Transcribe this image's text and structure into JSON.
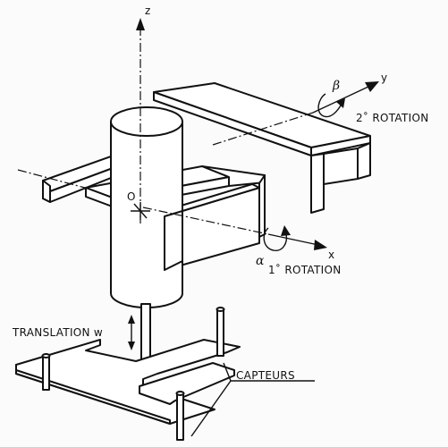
{
  "labels": {
    "z_axis": "z",
    "y_axis": "y",
    "x_axis": "x",
    "origin": "O",
    "beta": "β",
    "alpha": "α",
    "second_rotation": "2˚ ROTATION",
    "first_rotation": "1˚ ROTATION",
    "translation": "TRANSLATION w",
    "sensors": "CAPTEURS"
  }
}
